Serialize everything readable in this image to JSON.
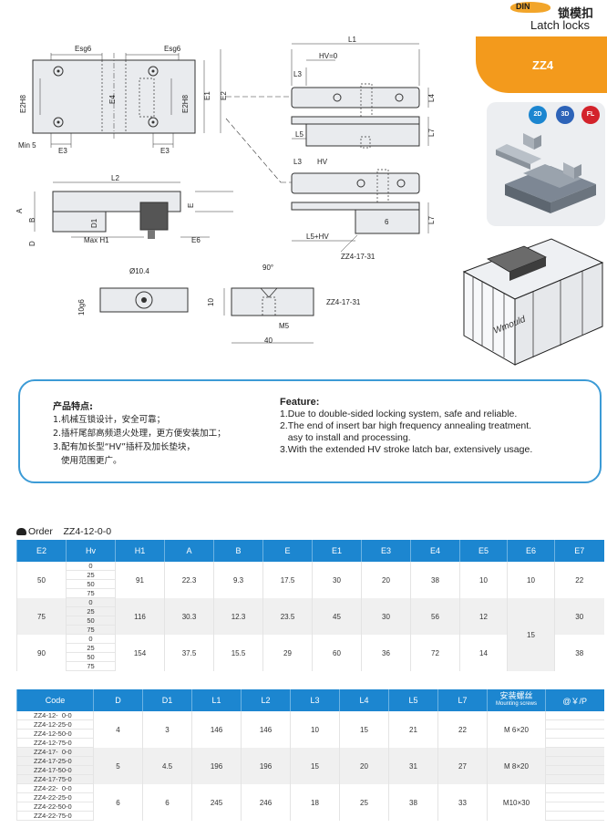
{
  "header": {
    "brand": "DIN",
    "title_cn": "锁模扣",
    "title_en": "Latch locks",
    "product_code": "ZZ4",
    "pills": [
      "2D",
      "3D",
      "FL"
    ],
    "photo_brand": "Wmould"
  },
  "colors": {
    "accent": "#f39a1c",
    "blue": "#1c86d0",
    "frame": "#3c9bd6"
  },
  "drawing": {
    "labels": {
      "esg6": "Esg6",
      "e2h8": "E2H8",
      "e4": "E4",
      "e1": "E1",
      "e2": "E2",
      "min5": "Min 5",
      "e3": "E3",
      "l1": "L1",
      "l3": "L3",
      "hv0": "HV=0",
      "l4": "L4",
      "l5": "L5",
      "l7": "L7",
      "hv": "HV",
      "l5hv": "L5+HV",
      "six": "6",
      "part_note": "ZZ4-17-31",
      "l2": "L2",
      "a": "A",
      "b": "B",
      "d": "D",
      "d1": "D1",
      "e": "E",
      "e6": "E6",
      "maxh1": "Max H1",
      "dia": "Ø10.4",
      "tenhg6": "10g6",
      "ninety": "90°",
      "ten": "10",
      "m5": "M5",
      "forty": "40",
      "part_note2": "ZZ4-17-31"
    }
  },
  "features": {
    "cn_title": "产品特点:",
    "cn_lines": [
      "1.机械互锁设计，安全可靠；",
      "2.插杆尾部高频退火处理，更方便安装加工；",
      "3.配有加长型“HV”插杆及加长垫块，",
      "   使用范围更广。"
    ],
    "en_title": "Feature:",
    "en_lines": [
      "1.Due to double-sided locking system, safe and reliable.",
      "2.The end of insert bar high frequency annealing treatment.",
      "   asy to install and processing.",
      "3.With the extended HV stroke latch bar, extensively usage."
    ]
  },
  "order": {
    "label": "Order",
    "example": "ZZ4-12-0-0"
  },
  "table1": {
    "headers": [
      "E2",
      "Hv",
      "H1",
      "A",
      "B",
      "E",
      "E1",
      "E3",
      "E4",
      "E5",
      "E6",
      "E7"
    ],
    "hv_values": [
      "0",
      "25",
      "50",
      "75"
    ],
    "rows": [
      {
        "E2": "50",
        "H1": "91",
        "A": "22.3",
        "B": "9.3",
        "E": "17.5",
        "E1": "30",
        "E3": "20",
        "E4": "38",
        "E5": "10",
        "E6": "10",
        "E7": "22"
      },
      {
        "E2": "75",
        "H1": "116",
        "A": "30.3",
        "B": "12.3",
        "E": "23.5",
        "E1": "45",
        "E3": "30",
        "E4": "56",
        "E5": "12",
        "E6": "15",
        "E7": "30"
      },
      {
        "E2": "90",
        "H1": "154",
        "A": "37.5",
        "B": "15.5",
        "E": "29",
        "E1": "60",
        "E3": "36",
        "E4": "72",
        "E5": "14",
        "E6": "",
        "E7": "38"
      }
    ]
  },
  "table2": {
    "headers": [
      "Code",
      "D",
      "D1",
      "L1",
      "L2",
      "L3",
      "L4",
      "L5",
      "L7"
    ],
    "screw_header_cn": "安装螺丝",
    "screw_header_en": "Mounting screws",
    "price_header": "@￥/P",
    "groups": [
      {
        "codes": [
          "ZZ4-12-  0-0",
          "ZZ4-12-25-0",
          "ZZ4-12-50-0",
          "ZZ4-12-75-0"
        ],
        "D": "4",
        "D1": "3",
        "L1": "146",
        "L2": "146",
        "L3": "10",
        "L4": "15",
        "L5": "21",
        "L7": "22",
        "screw": "M 6×20"
      },
      {
        "codes": [
          "ZZ4-17-  0-0",
          "ZZ4-17-25-0",
          "ZZ4-17-50-0",
          "ZZ4-17-75-0"
        ],
        "D": "5",
        "D1": "4.5",
        "L1": "196",
        "L2": "196",
        "L3": "15",
        "L4": "20",
        "L5": "31",
        "L7": "27",
        "screw": "M 8×20"
      },
      {
        "codes": [
          "ZZ4-22-  0-0",
          "ZZ4-22-25-0",
          "ZZ4-22-50-0",
          "ZZ4-22-75-0"
        ],
        "D": "6",
        "D1": "6",
        "L1": "245",
        "L2": "246",
        "L3": "18",
        "L4": "25",
        "L5": "38",
        "L7": "33",
        "screw": "M10×30"
      }
    ]
  }
}
